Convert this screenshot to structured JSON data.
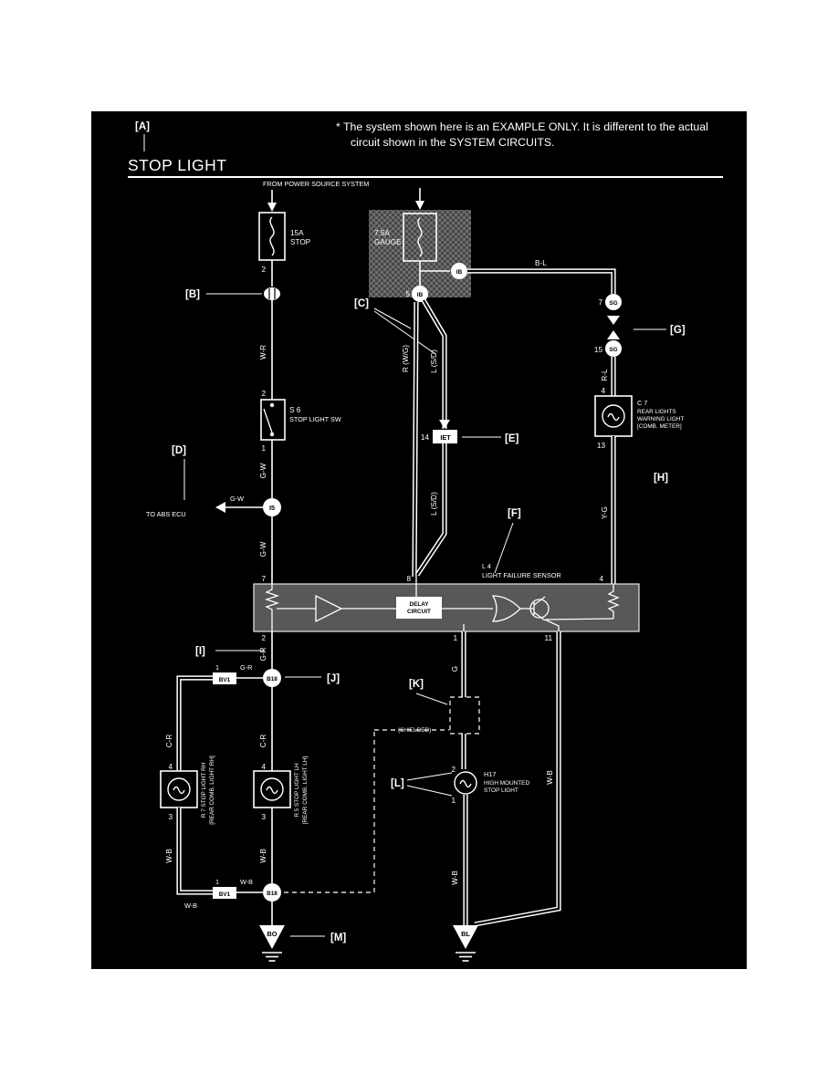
{
  "header": {
    "ref_a": "[A]",
    "title": "STOP LIGHT",
    "note1": "* The system shown here is an EXAMPLE ONLY. It is different to the actual",
    "note2": "circuit shown in the SYSTEM CIRCUITS."
  },
  "refs": {
    "b": "[B]",
    "c": "[C]",
    "d": "[D]",
    "e": "[E]",
    "f": "[F]",
    "g": "[G]",
    "h": "[H]",
    "i": "[I]",
    "j": "[J]",
    "k": "[K]",
    "l": "[L]",
    "m": "[M]"
  },
  "power": {
    "from": "FROM POWER SOURCE SYSTEM",
    "fuse_stop_amp": "15A",
    "fuse_stop_name": "STOP",
    "fuse_gauge_amp": "7.5A",
    "fuse_gauge_name": "GAUGE"
  },
  "components": {
    "s6_id": "S 6",
    "s6_name": "STOP LIGHT SW",
    "c7_id": "C 7",
    "c7_l1": "REAR LIGHTS",
    "c7_l2": "WARNING LIGHT",
    "c7_l3": "[COMB. METER]",
    "l4_id": "L 4",
    "l4_name": "LIGHT FAILURE SENSOR",
    "delay_l1": "DELAY",
    "delay_l2": "CIRCUIT",
    "r7_line1": "R 7  STOP LIGHT RH",
    "r7_line2": "[REAR COMB. LIGHT RH]",
    "r5_line1": "R 5  STOP LIGHT LH",
    "r5_line2": "[REAR COMB. LIGHT LH]",
    "h17_id": "H17",
    "h17_l1": "HIGH MOUNTED",
    "h17_l2": "STOP LIGHT"
  },
  "connectors": {
    "ib": "IB",
    "sg": "SG",
    "i5": "I5",
    "iet": "IET",
    "b18": "B18",
    "bv1": "BV1",
    "gnd_left": "BO",
    "gnd_right": "BL"
  },
  "wires": {
    "wr": "W-R",
    "gw": "G-W",
    "bl": "B-L",
    "rl": "R-L",
    "yg": "Y-G",
    "rwg": "R (W/G)",
    "lsd": "L (S/D)",
    "gr": "G-R",
    "cr": "C-R",
    "wb": "W-B",
    "g": "G"
  },
  "pins": {
    "n1": "1",
    "n2": "2",
    "n3": "3",
    "n4": "4",
    "n5": "5",
    "n7": "7",
    "n8": "8",
    "n11": "11",
    "n13": "13",
    "n14": "14",
    "n15": "15"
  },
  "misc": {
    "to_abs": "TO ABS ECU",
    "shielded": "(SHIELDED)"
  }
}
